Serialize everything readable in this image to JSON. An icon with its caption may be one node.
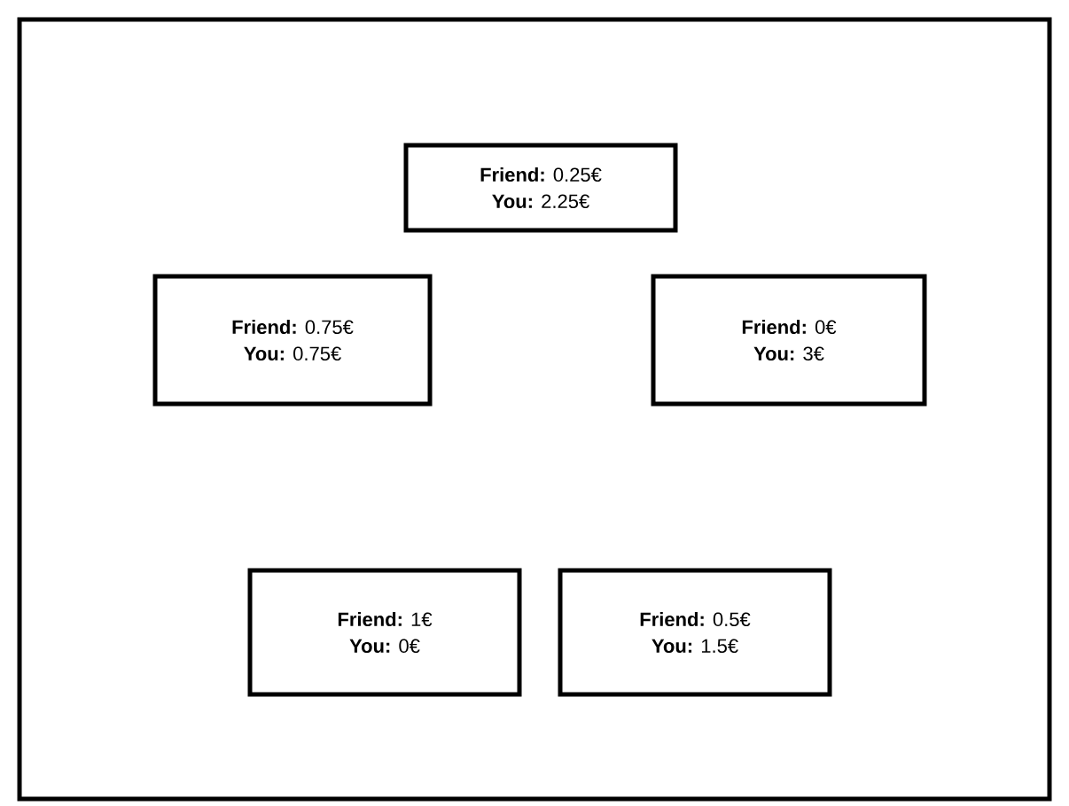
{
  "diagram": {
    "nodes": [
      {
        "text": [
          "**Friend:** 0.25€",
          "**You:** 2.25€"
        ]
      },
      {
        "text": [
          "**Friend:** 0.75€",
          "**You:** 0.75€"
        ]
      },
      {
        "text": [
          "**Friend:** 0€",
          "**You:** 3€"
        ]
      },
      {
        "text": [
          "**Friend:** 1€",
          "**You:** 0€"
        ]
      },
      {
        "text": [
          "**Friend:** 0.5€",
          "**You:** 1.5€"
        ]
      }
    ]
  }
}
